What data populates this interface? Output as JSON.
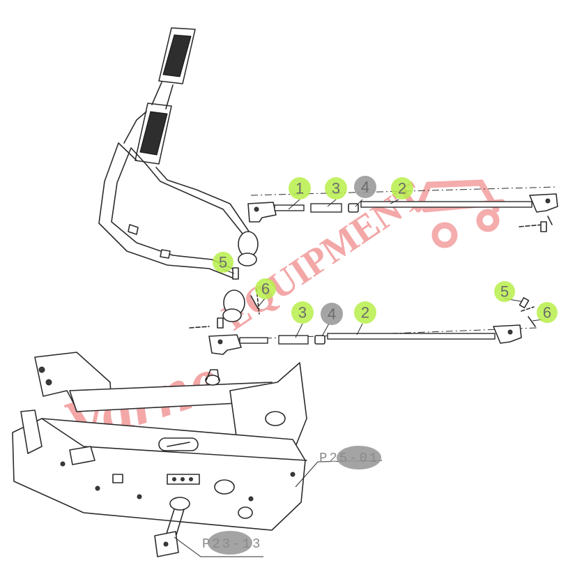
{
  "callouts": [
    {
      "label": "1",
      "style": "green"
    },
    {
      "label": "3",
      "style": "green"
    },
    {
      "label": "4",
      "style": "grey"
    },
    {
      "label": "2",
      "style": "green"
    },
    {
      "label": "5",
      "style": "green"
    },
    {
      "label": "6",
      "style": "green"
    },
    {
      "label": "3",
      "style": "green"
    },
    {
      "label": "4",
      "style": "grey"
    },
    {
      "label": "2",
      "style": "green"
    },
    {
      "label": "5",
      "style": "green"
    },
    {
      "label": "6",
      "style": "green"
    }
  ],
  "references": {
    "frame": "P25-01",
    "shaft": "P23-13"
  },
  "watermark": {
    "text_script": "Varne",
    "text_caps": "EQUIPMENT"
  },
  "colors": {
    "callout_green": "#b7ef4a",
    "callout_grey": "#9a9a9a",
    "watermark": "#f08a8a",
    "lines": "#2b2b2b"
  }
}
